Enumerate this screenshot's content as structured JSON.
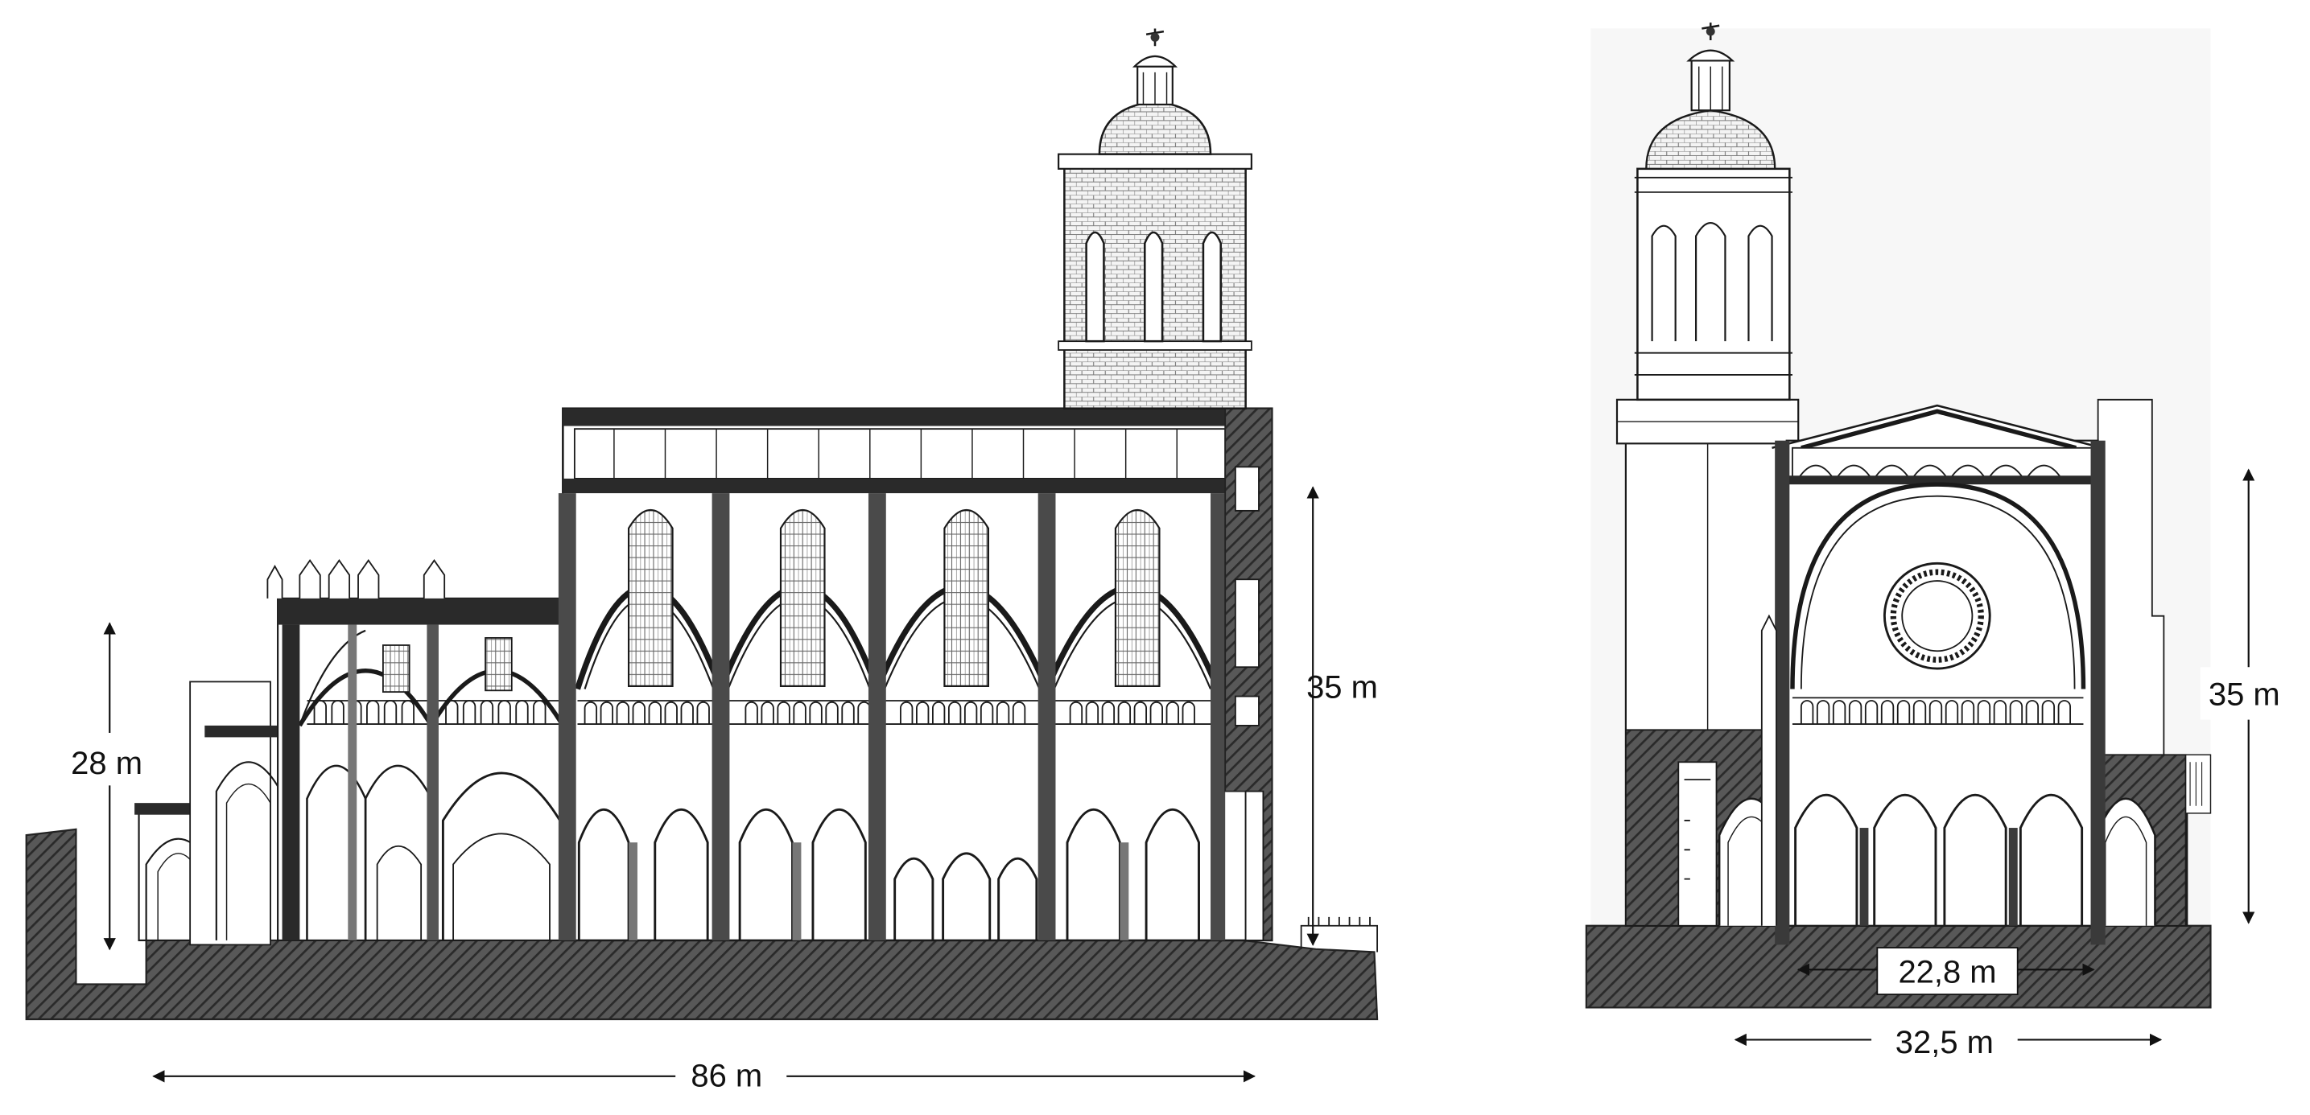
{
  "longitudinal_section": {
    "total_length_label": "86 m",
    "nave_height_label": "35 m",
    "side_height_label": "28 m"
  },
  "cross_section": {
    "height_label": "35 m",
    "nave_width_label": "22,8 m",
    "total_width_label": "32,5 m"
  },
  "colors": {
    "line": "#1a1a1a",
    "hatch": "#4a4a4a",
    "ground": "#3b3b3b",
    "background": "#ffffff"
  }
}
